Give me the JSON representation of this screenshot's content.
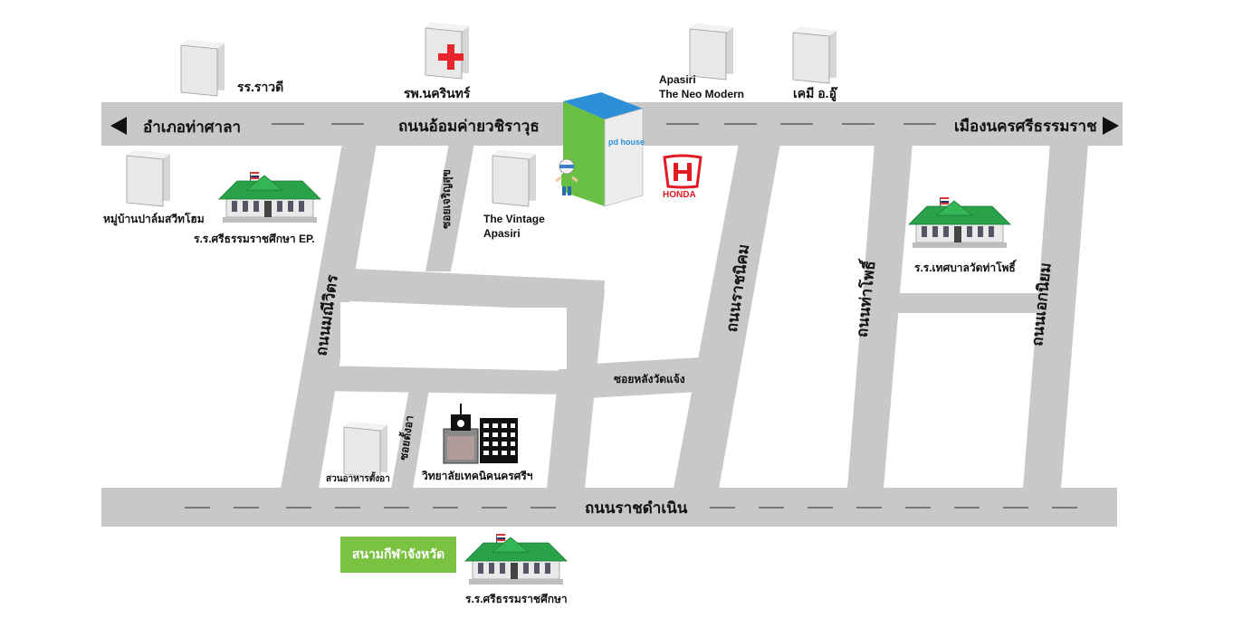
{
  "roads": {
    "top_main": "ถนนอ้อมค่ายวชิราวุธ",
    "bottom_main": "ถนนราชดำเนิน",
    "left_dir": "อำเภอท่าศาลา",
    "right_dir": "เมืองนครศรีธรรมราช",
    "soi_charoensuk": "ซอยเจริญสุข",
    "thanon_mani": "ถนนมณีวิตร",
    "soi_tang_a": "ซอยตั้งอา",
    "soi_wat_chaeng": "ซอยหลังวัดแจ้ง",
    "thanon_ratchaniyom": "ถนนราชนิคม",
    "thanon_tha_pho": "ถนนท่าโพธิ์",
    "thanon_ek": "ถนนเอกนิยม"
  },
  "places": {
    "ror_rawadi": "รร.ราวดี",
    "hospital": "รพ.นครินทร์",
    "apasiri_neo_1": "Apasiri",
    "apasiri_neo_2": "The Neo Modern",
    "kemi": "เคมี อ.อู๊",
    "village": "หมู่บ้านปาล์มสวีทโฮม",
    "school_ep": "ร.ร.ศรีธรรมราชศึกษา EP.",
    "vintage_1": "The Vintage",
    "vintage_2": "Apasiri",
    "honda": "HONDA",
    "school_tha_pho": "ร.ร.เทศบาลวัดท่าโพธิ์",
    "restaurant": "สวนอาหารตั้งอา",
    "tech_college": "วิทยาลัยเทคนิคนครศรีฯ",
    "stadium": "สนามกีฬาจังหวัด",
    "school_main": "ร.ร.ศรีธรรมราชศึกษา",
    "pd_logo": "pd house"
  },
  "colors": {
    "road": "#c8c8c8",
    "dash": "#777777",
    "roof": "#2aa24a",
    "stadium": "#7bc142",
    "tower_side": "#6abf45",
    "tower_top": "#2d8fd5",
    "honda": "#e01b22",
    "cross": "#e8262b"
  },
  "icons": [
    "school-icon",
    "building-icon",
    "hospital-icon",
    "tower-icon",
    "honda-logo",
    "mascot-icon",
    "arrow-left-icon",
    "arrow-right-icon"
  ]
}
